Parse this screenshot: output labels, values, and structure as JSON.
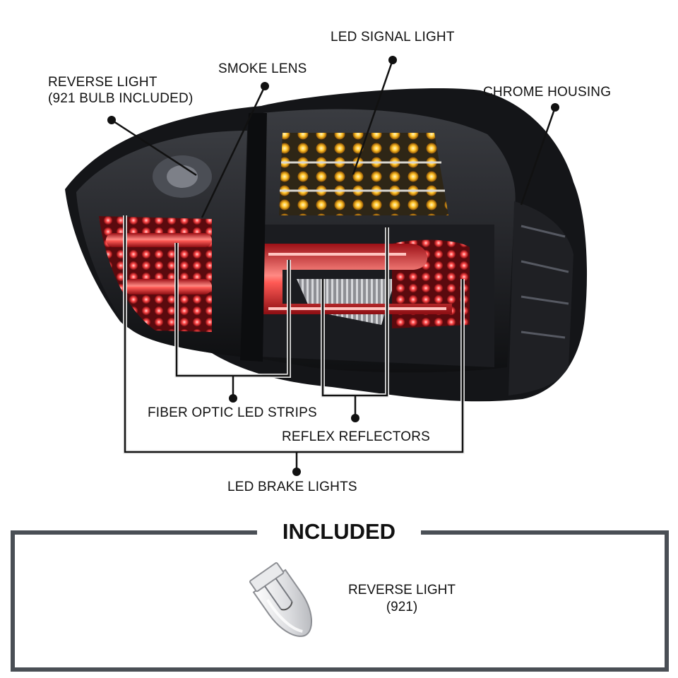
{
  "callouts": {
    "led_signal_light": "LED SIGNAL LIGHT",
    "smoke_lens": "SMOKE LENS",
    "reverse_light_line1": "REVERSE LIGHT",
    "reverse_light_line2": "(921 BULB INCLUDED)",
    "chrome_housing": "CHROME HOUSING",
    "fiber_optic_led_strips": "FIBER OPTIC LED STRIPS",
    "reflex_reflectors": "REFLEX REFLECTORS",
    "led_brake_lights": "LED BRAKE LIGHTS"
  },
  "included": {
    "title": "INCLUDED",
    "item_line1": "REVERSE LIGHT",
    "item_line2": "(921)"
  },
  "colors": {
    "housing": "#1a1b1e",
    "brake_red": "#d21e26",
    "signal_amber": "#f0a81c",
    "frame": "#4a4f55"
  }
}
